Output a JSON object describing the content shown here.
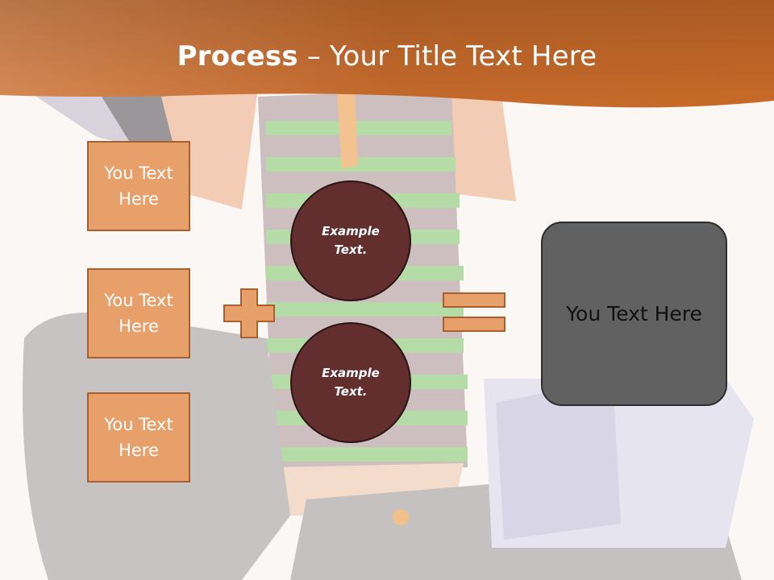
{
  "title": {
    "bold": "Process",
    "dash": " – ",
    "rest": "Your Title Text Here"
  },
  "boxes": [
    {
      "line1": "You Text",
      "line2": "Here"
    },
    {
      "line1": "You Text",
      "line2": "Here"
    },
    {
      "line1": "You Text",
      "line2": "Here"
    }
  ],
  "circles": [
    {
      "line1": "Example",
      "line2": "Text."
    },
    {
      "line1": "Example",
      "line2": "Text."
    }
  ],
  "result": {
    "label": "You Text Here"
  },
  "colors": {
    "header_orange": "#c8692a",
    "box_fill": "#e8a06a",
    "box_border": "#a95f2e",
    "circle_fill": "#632e2e",
    "result_fill": "#616161"
  }
}
